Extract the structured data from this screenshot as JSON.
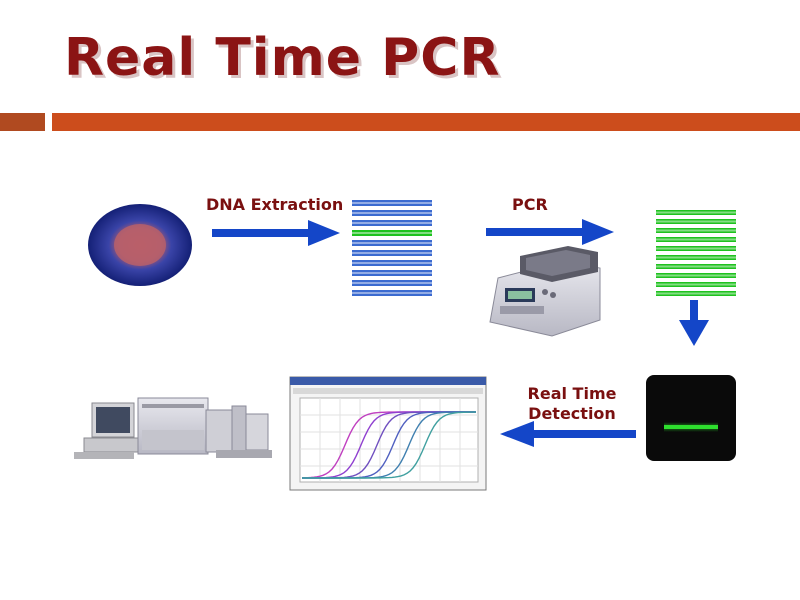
{
  "slide": {
    "title": "Real Time PCR"
  },
  "steps": {
    "dna_extraction": "DNA Extraction",
    "pcr": "PCR",
    "real_time_detection_line1": "Real Time",
    "real_time_detection_line2": "Detection"
  },
  "colors": {
    "title": "#8b1414",
    "accent_bar": "#cc4d1c",
    "arrow": "#1446c8",
    "dna_blue": "#3c6bd0",
    "dna_green": "#1fc21f",
    "cell_outer": "#1c2a8a",
    "cell_inner": "#b8606a"
  },
  "icons": {
    "cell": "cell-icon",
    "thermocycler": "thermocycler-icon",
    "computer_workstation": "sequencer-workstation-icon",
    "amplification_plot": "amplification-curves-icon",
    "detection_signal": "fluorescence-detector-icon"
  }
}
